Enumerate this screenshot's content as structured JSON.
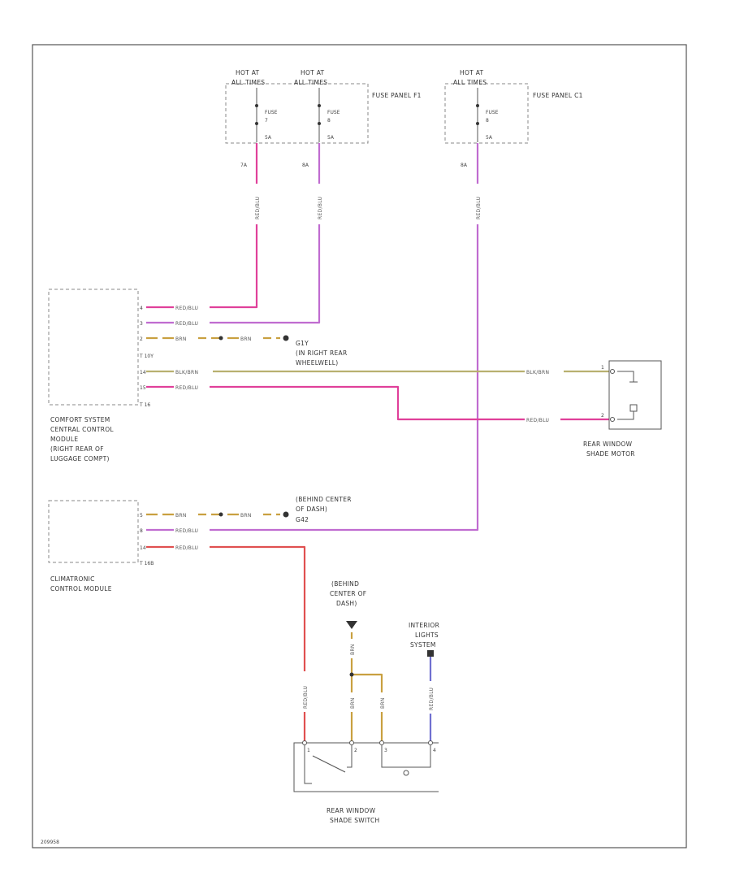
{
  "fuses": {
    "hot_at": "HOT AT",
    "all_times": "ALL TIMES",
    "fuse_word": "FUSE",
    "fuse_a_num": "7",
    "fuse_a_rating": "5A",
    "fuse_a_wire": "7A",
    "fuse_b_num": "8",
    "fuse_b_rating": "5A",
    "fuse_b_wire": "8A",
    "panel_b": "FUSE PANEL F1",
    "fuse_c_num": "8",
    "fuse_c_rating": "5A",
    "fuse_c_wire": "8A",
    "panel_c": "FUSE PANEL C1"
  },
  "modules": {
    "comfort_name": [
      "COMFORT SYSTEM",
      "CENTRAL CONTROL",
      "MODULE",
      "(RIGHT REAR OF",
      "LUGGAGE COMPT)"
    ],
    "comfort_conn_a": "T 10Y",
    "comfort_conn_b": "T 16",
    "comfort_pins": [
      "4",
      "3",
      "2",
      "14",
      "15"
    ],
    "climatronic_name": [
      "CLIMATRONIC",
      "CONTROL MODULE"
    ],
    "climatronic_conn": "T 16B",
    "climatronic_pins": [
      "5",
      "8",
      "14"
    ]
  },
  "wires": {
    "red_blu": "RED/BLU",
    "brn": "BRN",
    "blk_brn": "BLK/BRN"
  },
  "grounds": {
    "g1": [
      "G1Y",
      "(IN RIGHT REAR",
      "WHEELWELL)"
    ],
    "g2": [
      "(BEHIND CENTER",
      "OF DASH)",
      "G42"
    ],
    "g3": [
      "(BEHIND",
      "CENTER OF",
      "DASH)"
    ]
  },
  "motor": {
    "name": [
      "REAR WINDOW",
      "SHADE MOTOR"
    ],
    "pins": [
      "1",
      "2"
    ]
  },
  "switch": {
    "name": [
      "REAR WINDOW",
      "SHADE SWITCH"
    ],
    "pins": [
      "1",
      "2",
      "3",
      "4"
    ]
  },
  "interior_lights": [
    "INTERIOR",
    "LIGHTS",
    "SYSTEM"
  ],
  "footer_code": "209958",
  "colors": {
    "red_blu": "#e0409a",
    "violet": "#c06cd0",
    "brn": "#c9a040",
    "blk_brn": "#b8b070",
    "red": "#e05050",
    "blue": "#7070d0"
  }
}
